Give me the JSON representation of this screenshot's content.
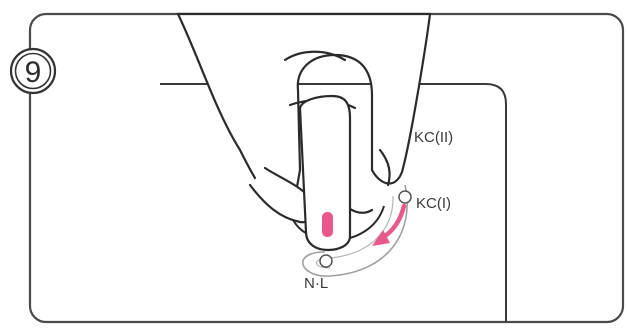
{
  "step_number": "9",
  "labels": {
    "kc2": "KC(II)",
    "kc1": "KC(I)",
    "nl": "N·L"
  },
  "colors": {
    "line": "#2b2b2b",
    "accent": "#e8588c",
    "frame": "#4a4a4a",
    "track": "#9a9a9a"
  }
}
